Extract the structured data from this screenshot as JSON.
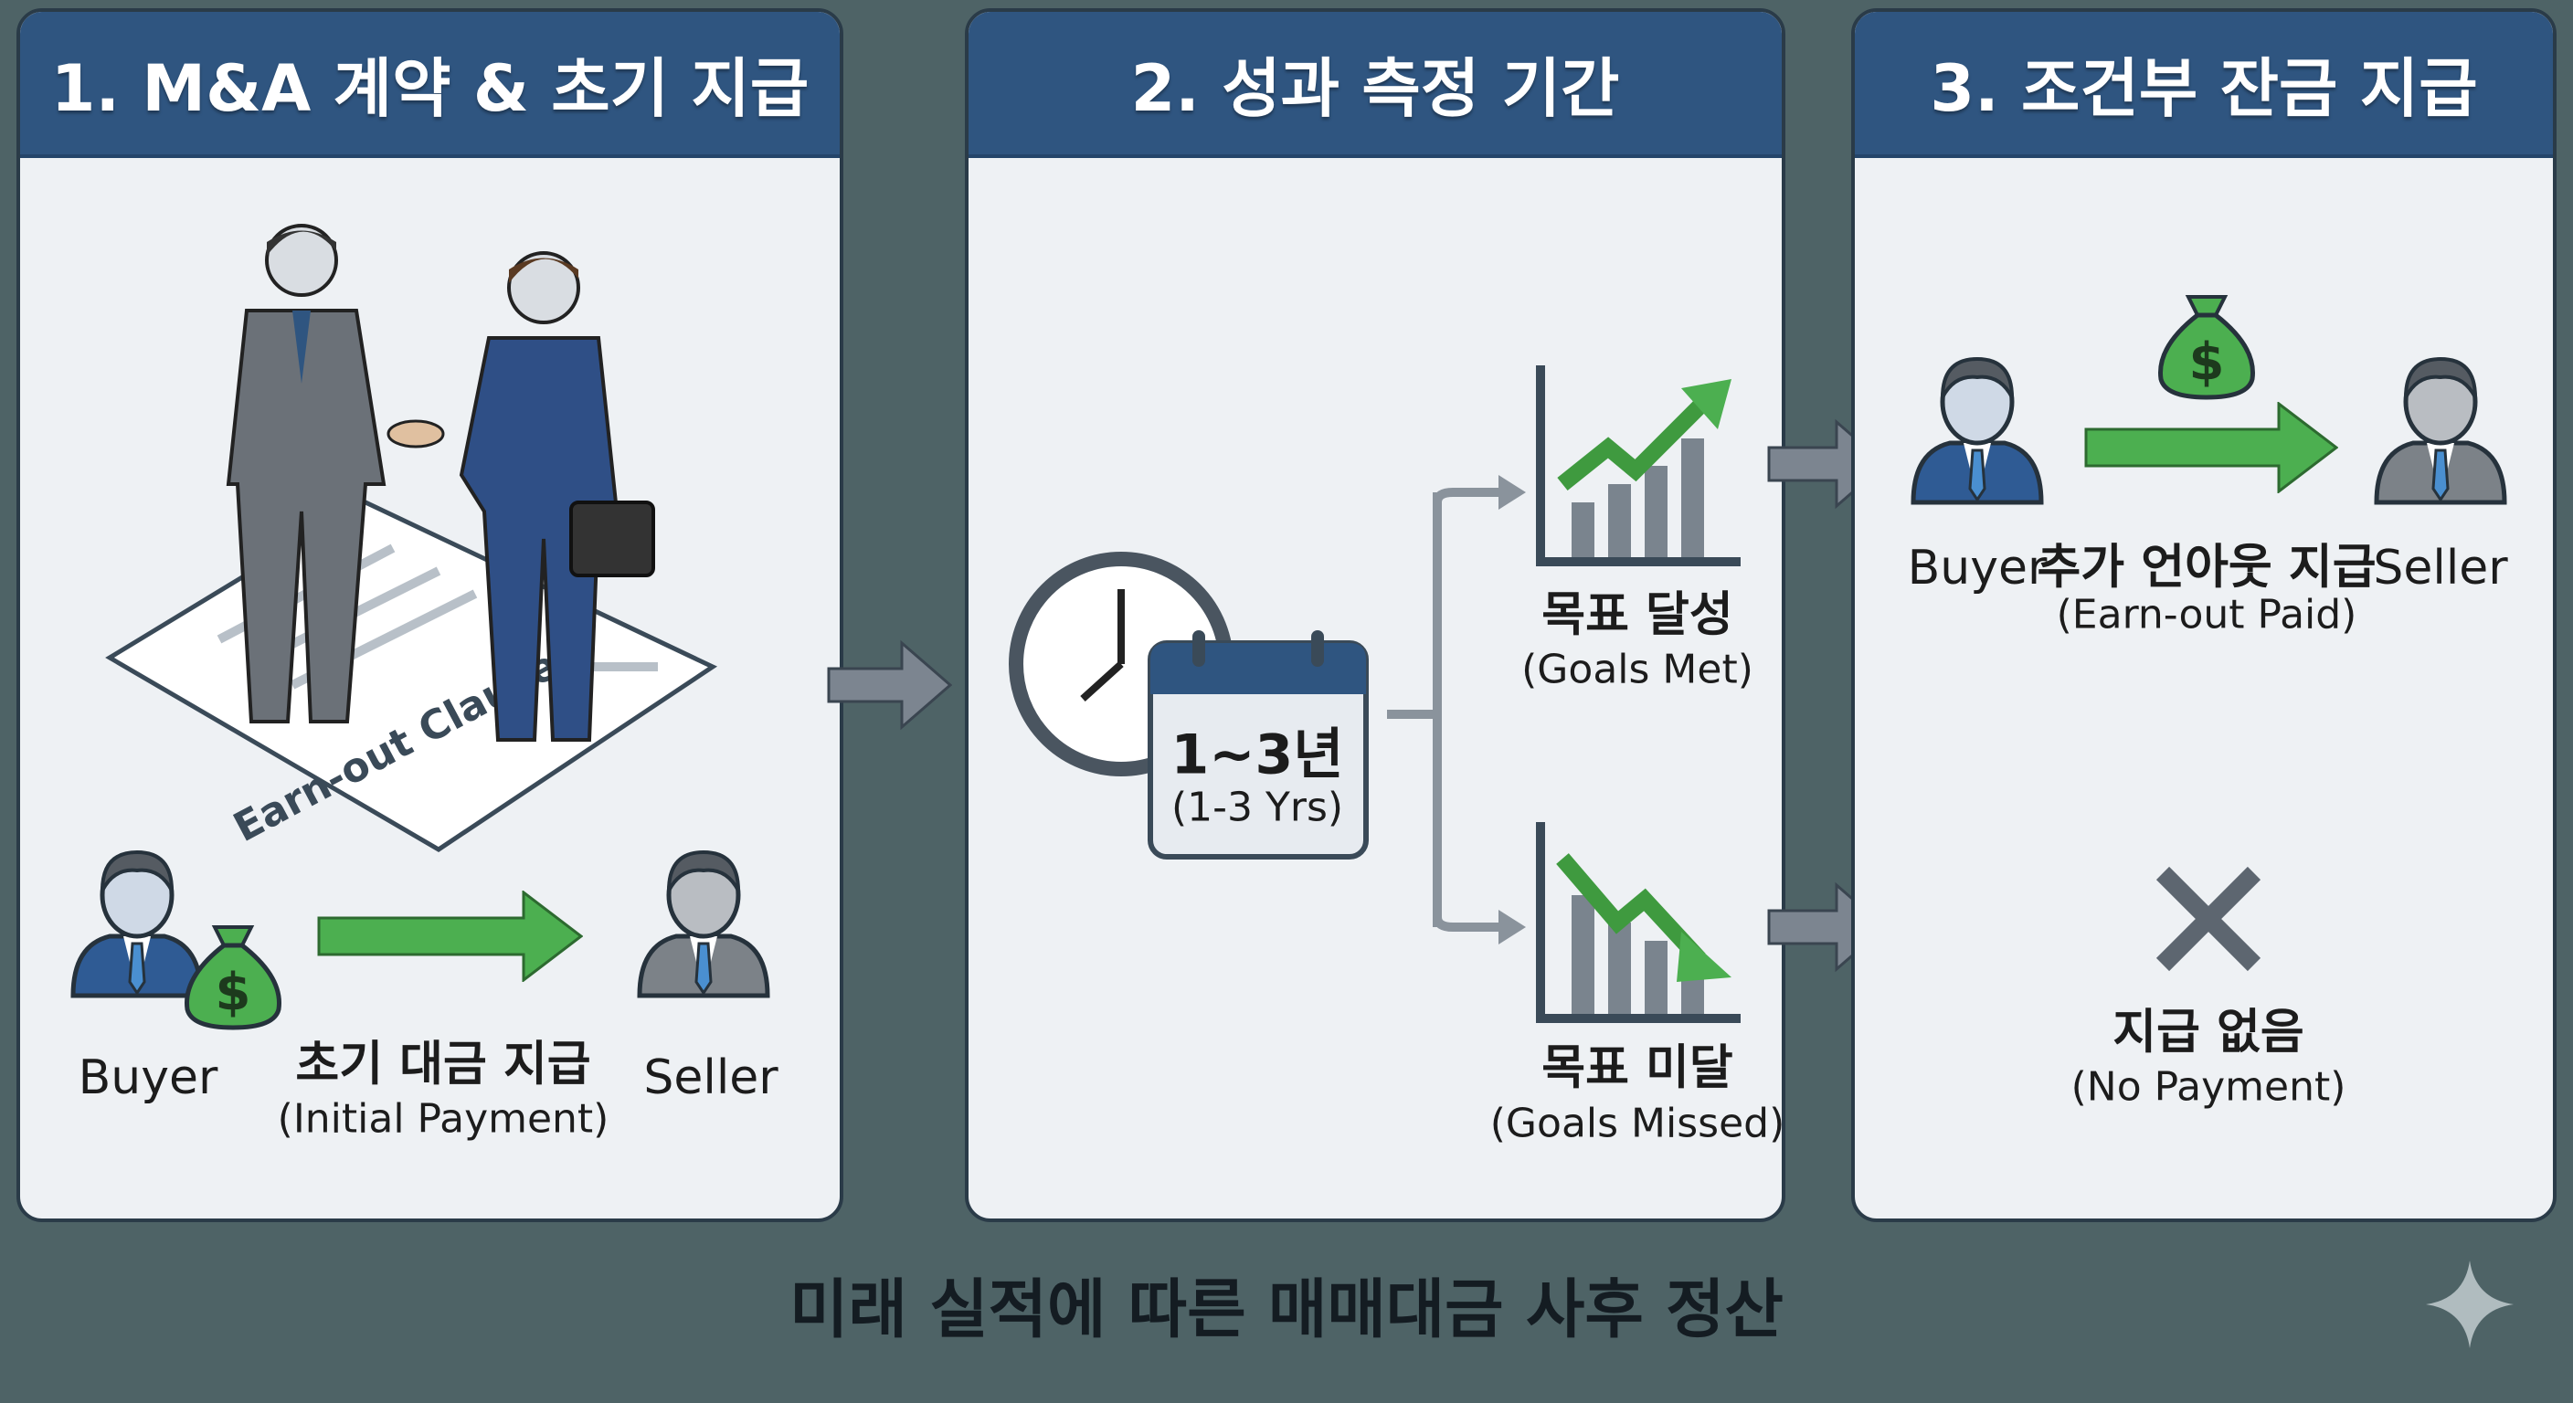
{
  "panels": [
    {
      "title": "1. M&A 계약 & 초기 지급",
      "document_text": "Earn-out Clause",
      "buyer_label": "Buyer",
      "seller_label": "Seller",
      "payment_label": "초기 대금 지급",
      "payment_sub": "(Initial Payment)"
    },
    {
      "title": "2. 성과 측정 기간",
      "period_label": "1~3년",
      "period_sub": "(1-3 Yrs)",
      "goals_met_label": "목표 달성",
      "goals_met_sub": "(Goals Met)",
      "goals_missed_label": "목표 미달",
      "goals_missed_sub": "(Goals Missed)"
    },
    {
      "title": "3. 조건부 잔금 지급",
      "buyer_label": "Buyer",
      "seller_label": "Seller",
      "paid_label": "추가 언아웃 지급",
      "paid_sub": "(Earn-out Paid)",
      "no_pay_label": "지급 없음",
      "no_pay_sub": "(No Payment)"
    }
  ],
  "footer": "미래 실적에 따른 매매대금 사후 정산",
  "colors": {
    "background": "#4e6366",
    "header": "#2f5580",
    "panel": "#eef1f4",
    "green": "#4caf50",
    "gray_arrow": "#7c8590"
  }
}
